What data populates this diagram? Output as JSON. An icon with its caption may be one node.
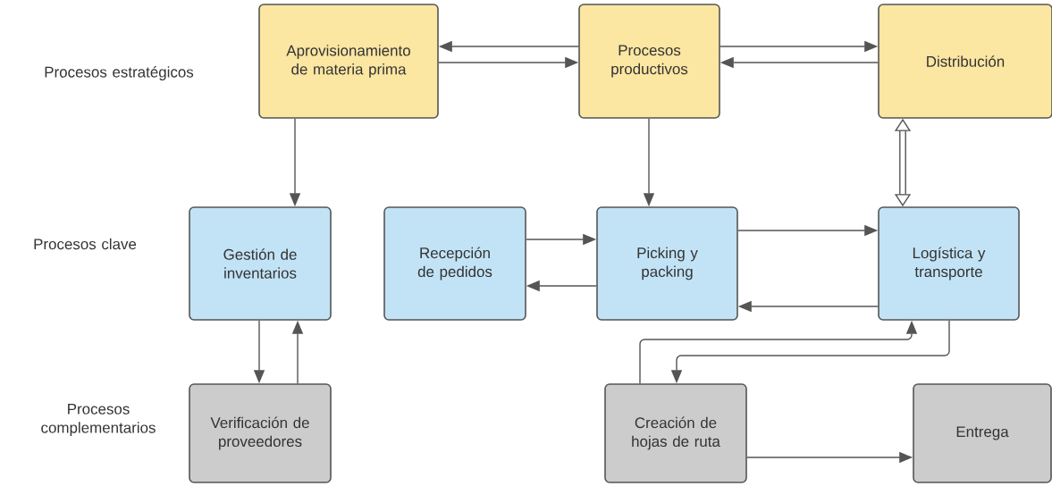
{
  "diagram": {
    "nodes": [
      {
        "text": [
          "Aprovisionamiento de materia prima"
        ]
      },
      {
        "text": [
          "Procesos productivos"
        ]
      },
      {
        "text": [
          "Distribución"
        ]
      },
      {
        "text": [
          "Gestión de inventarios"
        ]
      },
      {
        "text": [
          "Recepción de pedidos"
        ]
      },
      {
        "text": [
          "Picking y packing"
        ]
      },
      {
        "text": [
          "Logística y transporte"
        ]
      },
      {
        "text": [
          "Verificación de proveedores"
        ]
      },
      {
        "text": [
          "Creación de hojas de ruta"
        ]
      },
      {
        "text": [
          "Entrega"
        ]
      }
    ],
    "edges": [
      {
        "from": 1,
        "to": 0,
        "arrow": "to"
      },
      {
        "from": 0,
        "to": 1,
        "arrow": "to"
      },
      {
        "from": 1,
        "to": 2,
        "arrow": "to"
      },
      {
        "from": 2,
        "to": 1,
        "arrow": "to"
      },
      {
        "from": 0,
        "to": 3,
        "arrow": "to"
      },
      {
        "from": 1,
        "to": 5,
        "arrow": "to"
      },
      {
        "from": 2,
        "to": 6,
        "arrow": "both",
        "style": "thick"
      },
      {
        "from": 4,
        "to": 5,
        "arrow": "to"
      },
      {
        "from": 5,
        "to": 4,
        "arrow": "to"
      },
      {
        "from": 5,
        "to": 6,
        "arrow": "to"
      },
      {
        "from": 6,
        "to": 5,
        "arrow": "to"
      },
      {
        "from": 3,
        "to": 7,
        "arrow": "to"
      },
      {
        "from": 7,
        "to": 3,
        "arrow": "to"
      },
      {
        "from": 8,
        "to": 6,
        "arrow": "to"
      },
      {
        "from": 6,
        "to": 8,
        "arrow": "to"
      },
      {
        "from": 8,
        "to": 9,
        "arrow": "to"
      }
    ],
    "labels": [
      "Procesos estratégicos",
      "Procesos clave",
      "Procesos complementarios"
    ]
  }
}
